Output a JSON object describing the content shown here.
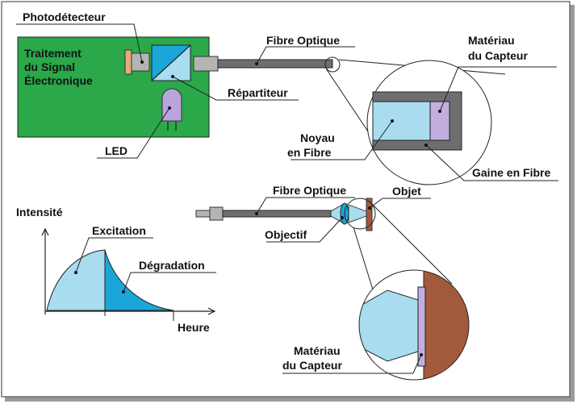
{
  "labels": {
    "photodetector": "Photodétecteur",
    "signal_line1": "Traitement",
    "signal_line2": "du Signal",
    "signal_line3": "Électronique",
    "fiber_optic_top": "Fibre Optique",
    "sensor_material_top_line1": "Matériau",
    "sensor_material_top_line2": "du Capteur",
    "splitter": "Répartiteur",
    "led": "LED",
    "core_line1": "Noyau",
    "core_line2": "en Fibre",
    "cladding": "Gaine en Fibre",
    "intensity": "Intensité",
    "excitation": "Excitation",
    "degradation": "Dégradation",
    "time": "Heure",
    "fiber_optic_bottom": "Fibre Optique",
    "object": "Objet",
    "objective": "Objectif",
    "sensor_material_bottom_line1": "Matériau",
    "sensor_material_bottom_line2": "du Capteur"
  },
  "colors": {
    "board_green": "#2aa84a",
    "light_blue": "#a8dcee",
    "mid_blue": "#1aa6d8",
    "fiber_gray": "#6e6e6e",
    "connector_gray": "#b4b4b4",
    "sensor_lavender": "#c3aee0",
    "led_purple": "#b9a4dc",
    "photodetector_orange": "#e8a878",
    "object_brown": "#a35a3c"
  }
}
